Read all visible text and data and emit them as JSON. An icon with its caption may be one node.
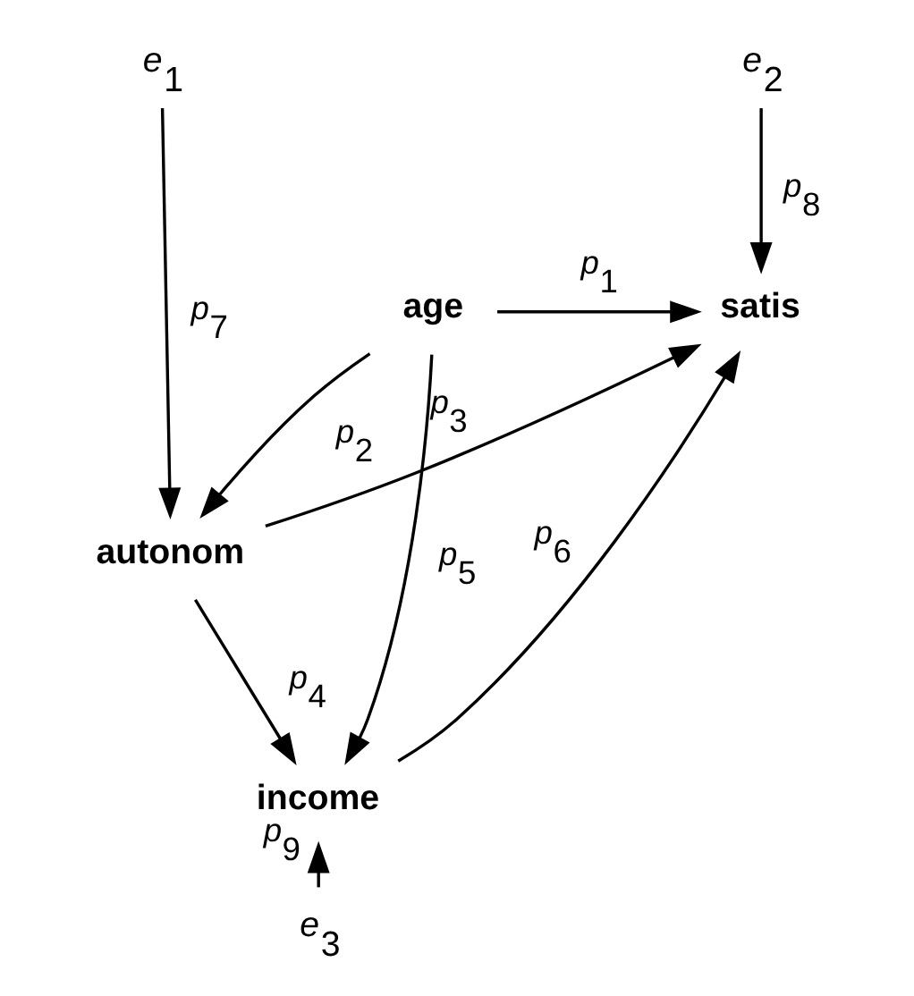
{
  "diagram": {
    "nodes": [
      {
        "text": [
          "*e*$_{1}$"
        ]
      },
      {
        "text": [
          "*e*$_{2}$"
        ]
      },
      {
        "text": [
          "age"
        ]
      },
      {
        "text": [
          "satis"
        ]
      },
      {
        "text": [
          "autonom"
        ]
      },
      {
        "text": [
          "income"
        ]
      },
      {
        "text": [
          "*e*$_{3}$"
        ]
      }
    ],
    "edges": [
      {
        "from": 2,
        "to": 3,
        "arrow": "to",
        "label": "*p*$_{1}$"
      },
      {
        "from": 2,
        "to": 4,
        "arrow": "to",
        "label": "*p*$_{2}$"
      },
      {
        "from": 4,
        "to": 3,
        "arrow": "to",
        "label": "*p*$_{3}$"
      },
      {
        "from": 4,
        "to": 5,
        "arrow": "to",
        "label": "*p*$_{4}$"
      },
      {
        "from": 2,
        "to": 5,
        "arrow": "to",
        "label": "*p*$_{5}$"
      },
      {
        "from": 5,
        "to": 3,
        "arrow": "to",
        "label": "*p*$_{6}$"
      },
      {
        "from": 0,
        "to": 4,
        "arrow": "to",
        "label": "*p*$_{7}$"
      },
      {
        "from": 1,
        "to": 3,
        "arrow": "to",
        "label": "*p*$_{8}$"
      },
      {
        "from": 6,
        "to": 5,
        "arrow": "to",
        "label": "*p*$_{9}$"
      }
    ]
  }
}
